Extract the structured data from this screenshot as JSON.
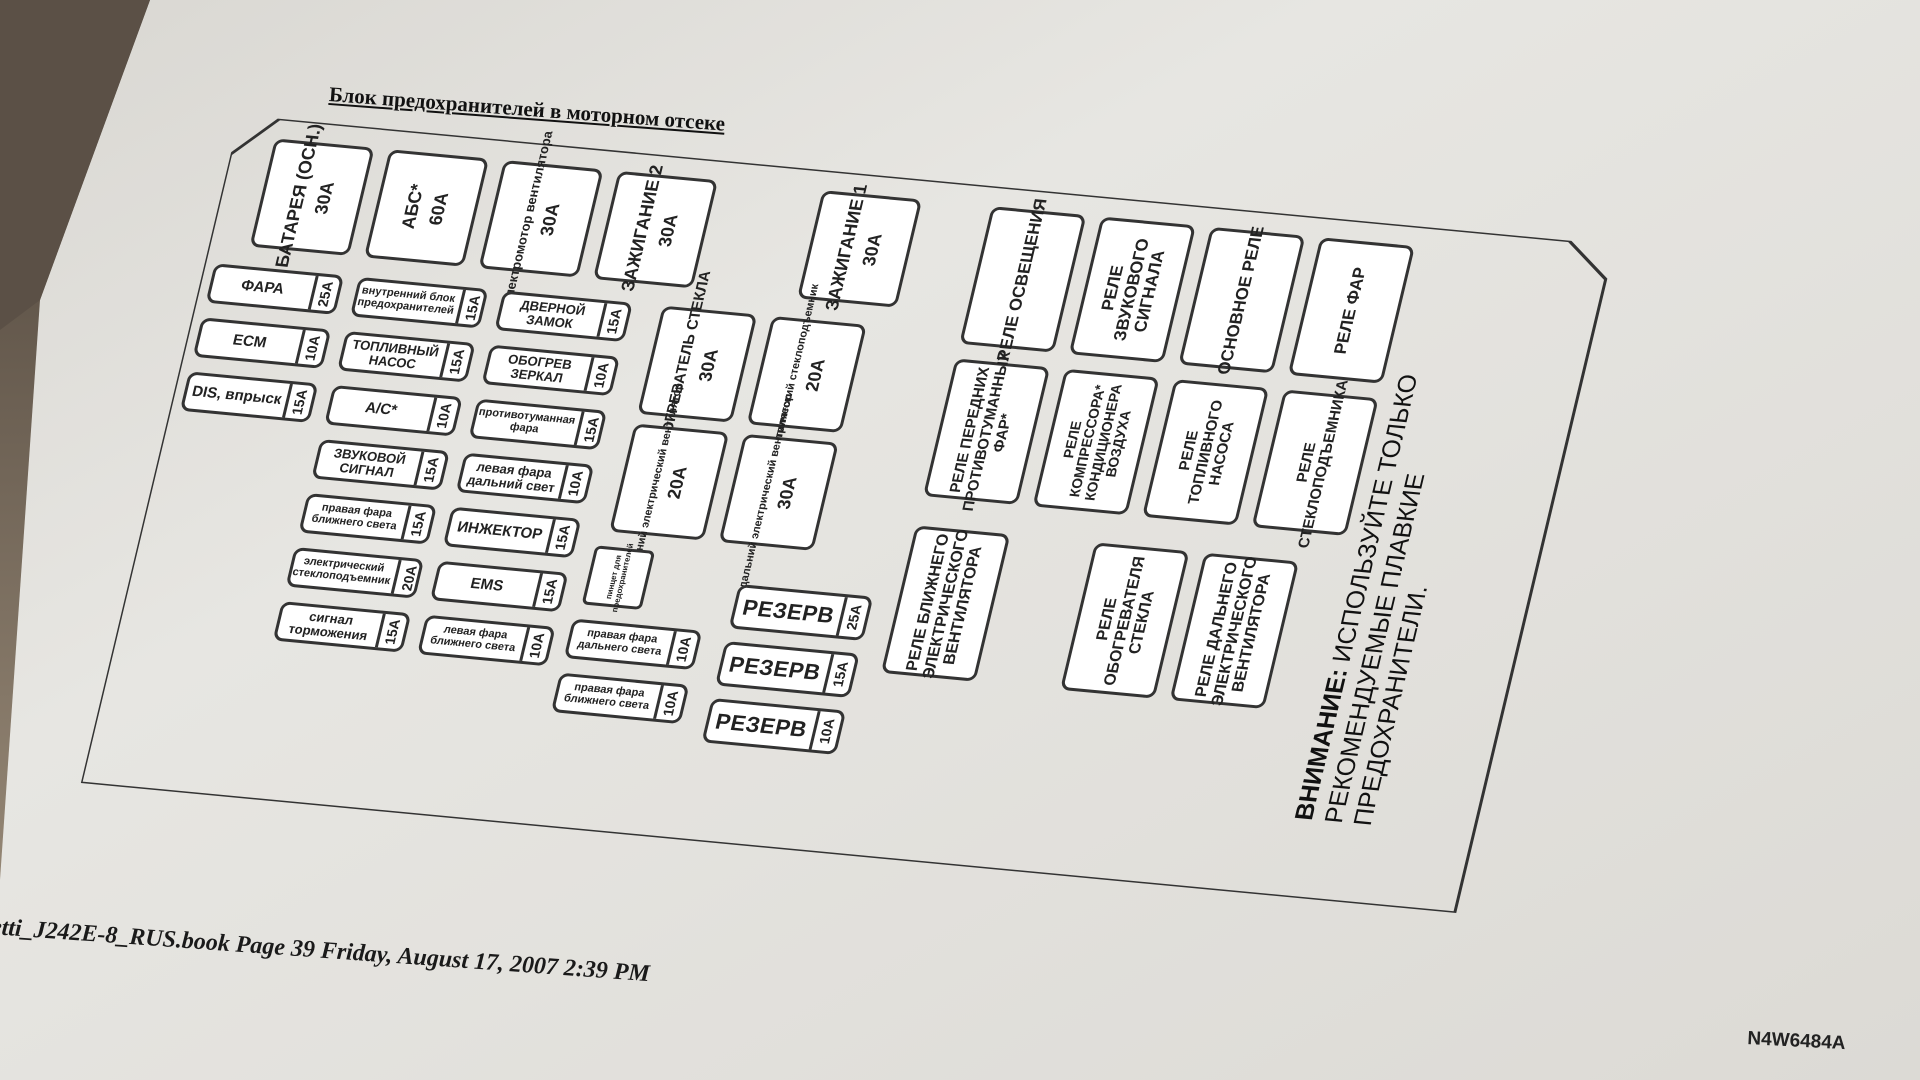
{
  "title": "Блок предохранителей в моторном отсеке",
  "footer": {
    "left": "etti_J242E-8_RUS.book  Page 39  Friday, August 17, 2007  2:39 PM",
    "right": "N4W6484A"
  },
  "top_fuses": [
    {
      "label": "БАТАРЕЯ (ОСН.)",
      "amp": "30A"
    },
    {
      "label": "АБС*",
      "amp": "60A"
    },
    {
      "label": "электромотор вентилятора",
      "amp": "30A"
    },
    {
      "label": "ЗАЖИГАНИЕ 2",
      "amp": "30A"
    },
    {
      "label": "ЗАЖИГАНИЕ 1",
      "amp": "30A"
    }
  ],
  "col1": [
    {
      "label": "ФАРА",
      "amp": "25A"
    },
    {
      "label": "ECM",
      "amp": "10A"
    },
    {
      "label": "DIS, впрыск",
      "amp": "15A"
    }
  ],
  "col2": [
    {
      "label": "внутренний блок предохранителей",
      "amp": "15A"
    },
    {
      "label": "ТОПЛИВНЫЙ НАСОС",
      "amp": "15A"
    },
    {
      "label": "A/C*",
      "amp": "10A"
    },
    {
      "label": "ЗВУКОВОЙ СИГНАЛ",
      "amp": "15A"
    },
    {
      "label": "правая фара ближнего света",
      "amp": "15A"
    },
    {
      "label": "электрический стеклоподъемник",
      "amp": "20A"
    },
    {
      "label": "сигнал торможения",
      "amp": "15A"
    }
  ],
  "col3": [
    {
      "label": "ДВЕРНОЙ ЗАМОК",
      "amp": "15A"
    },
    {
      "label": "ОБОГРЕВ ЗЕРКАЛ",
      "amp": "10A"
    },
    {
      "label": "противотуманная фара",
      "amp": "15A"
    },
    {
      "label": "левая фара дальний свет",
      "amp": "10A"
    },
    {
      "label": "ИНЖЕКТОР",
      "amp": "15A"
    },
    {
      "label": "EMS",
      "amp": "15A"
    },
    {
      "label": "левая фара ближнего света",
      "amp": "10A"
    }
  ],
  "mid_big": [
    {
      "label": "ОБОГРЕВАТЕЛЬ СТЕКЛА",
      "amp": "30A"
    },
    {
      "label": "электрический стеклоподъемник",
      "amp": "20A"
    },
    {
      "label": "ближний электрический вентилятор",
      "amp": "20A"
    },
    {
      "label": "дальний электрический вентилятор",
      "amp": "30A"
    }
  ],
  "puller": "пинцет для предохранителей",
  "col4": [
    {
      "label": "правая фара дальнего света",
      "amp": "10A"
    },
    {
      "label": "правая фара ближнего света",
      "amp": "10A"
    }
  ],
  "reserve": [
    {
      "label": "РЕЗЕРВ",
      "amp": "25A"
    },
    {
      "label": "РЕЗЕРВ",
      "amp": "15A"
    },
    {
      "label": "РЕЗЕРВ",
      "amp": "10A"
    }
  ],
  "relays_top": [
    "РЕЛЕ ОСВЕЩЕНИЯ",
    "РЕЛЕ ЗВУКОВОГО СИГНАЛА",
    "ОСНОВНОЕ РЕЛЕ",
    "РЕЛЕ ФАР"
  ],
  "relays_mid": [
    "РЕЛЕ ПЕРЕДНИХ ПРОТИВОТУМАННЫХ ФАР*",
    "РЕЛЕ КОМПРЕССОРА* КОНДИЦИОНЕРА ВОЗДУХА",
    "РЕЛЕ ТОПЛИВНОГО НАСОСА",
    "РЕЛЕ СТЕКЛОПОДЪЕМНИКА"
  ],
  "relays_bottom": [
    "РЕЛЕ БЛИЖНЕГО ЭЛЕКТРИЧЕСКОГО ВЕНТИЛЯТОРА",
    "РЕЛЕ ОБОГРЕВАТЕЛЯ СТЕКЛА",
    "РЕЛЕ ДАЛЬНЕГО ЭЛЕКТРИЧЕСКОГО ВЕНТИЛЯТОРА"
  ],
  "warning": {
    "bold": "ВНИМАНИЕ:",
    "line1": "ИСПОЛЬЗУЙТЕ ТОЛЬКО",
    "line2": "РЕКОМЕНДУЕМЫЕ ПЛАВКИЕ",
    "line3": "ПРЕДОХРАНИТЕЛИ."
  }
}
